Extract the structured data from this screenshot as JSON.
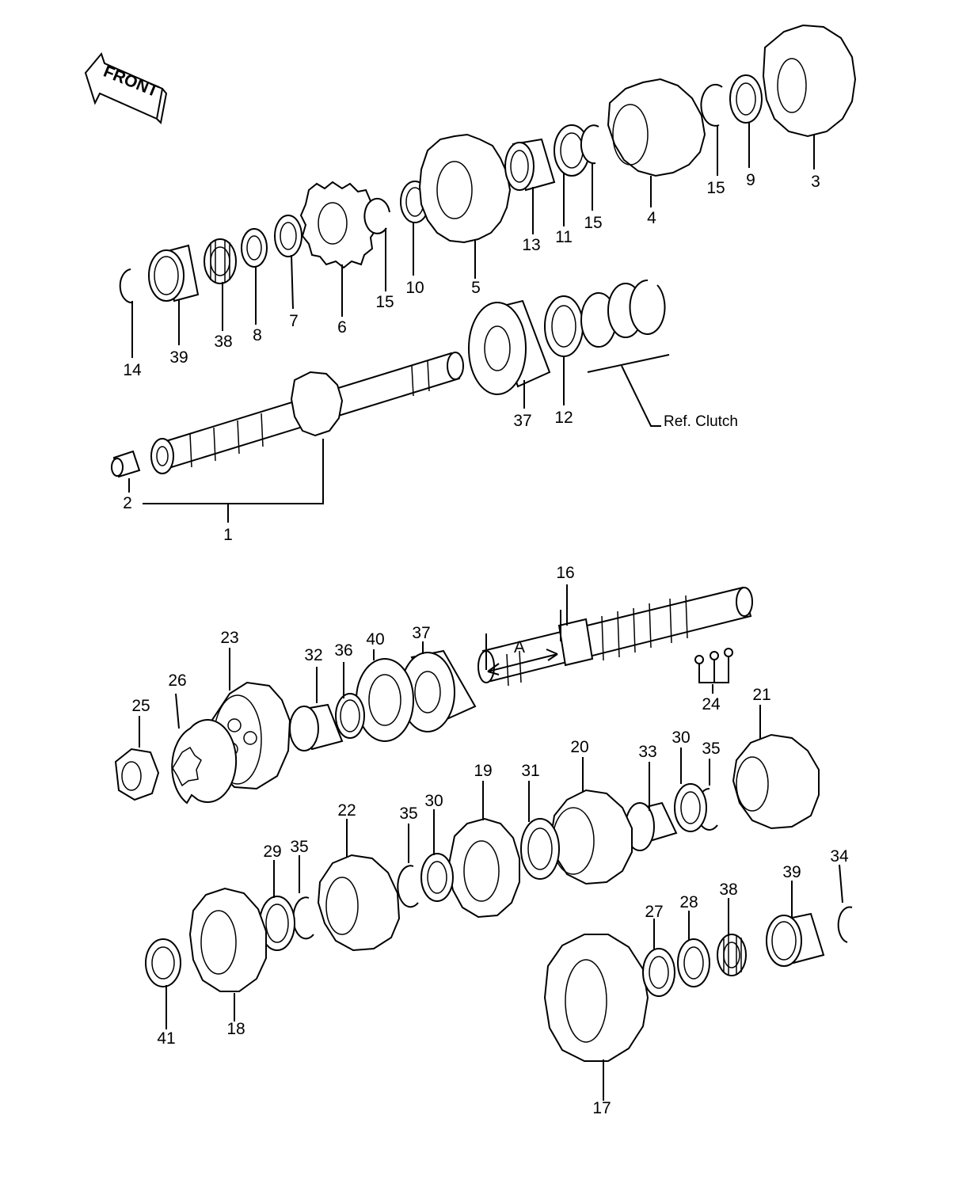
{
  "front_arrow": "FRONT",
  "ref_clutch": "Ref. Clutch",
  "dim_label": "A",
  "upper_labels": {
    "l1": "1",
    "l2": "2",
    "l3": "3",
    "l4": "4",
    "l5": "5",
    "l6": "6",
    "l7": "7",
    "l8": "8",
    "l9": "9",
    "l10": "10",
    "l11": "11",
    "l12": "12",
    "l13": "13",
    "l14": "14",
    "l15a": "15",
    "l15b": "15",
    "l15c": "15",
    "l37": "37",
    "l38": "38",
    "l39": "39"
  },
  "lower_labels": {
    "l16": "16",
    "l17": "17",
    "l18": "18",
    "l19": "19",
    "l20": "20",
    "l21": "21",
    "l22": "22",
    "l23": "23",
    "l24": "24",
    "l25": "25",
    "l26": "26",
    "l27": "27",
    "l28": "28",
    "l29": "29",
    "l30a": "30",
    "l30b": "30",
    "l31": "31",
    "l32": "32",
    "l33": "33",
    "l34": "34",
    "l35a": "35",
    "l35b": "35",
    "l35c": "35",
    "l36": "36",
    "l37": "37",
    "l38": "38",
    "l39": "39",
    "l40": "40",
    "l41": "41"
  }
}
